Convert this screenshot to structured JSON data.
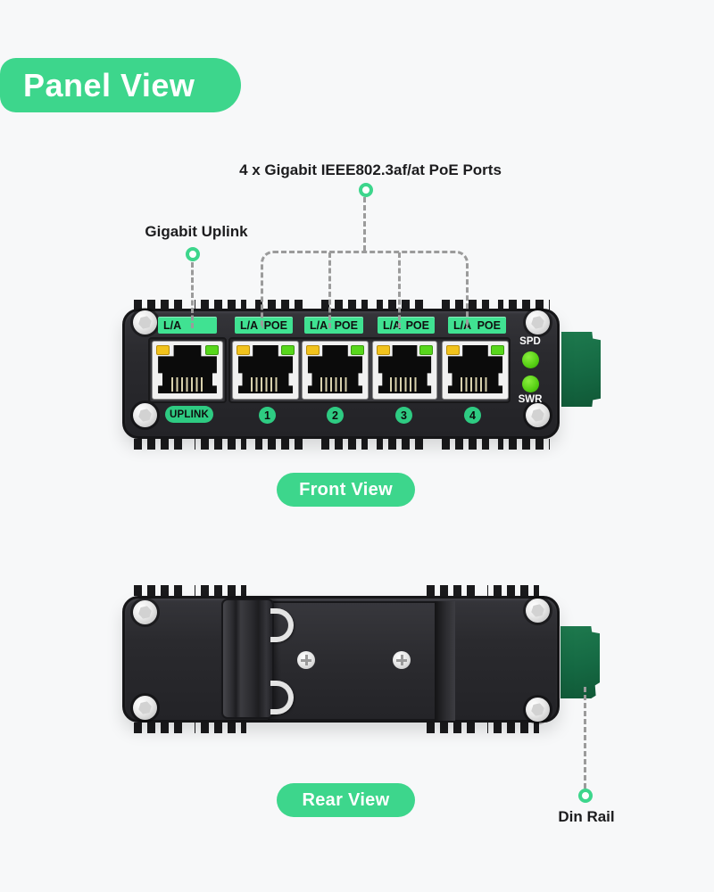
{
  "title_badge": "Panel View",
  "callouts": {
    "poe_ports": "4 x Gigabit IEEE802.3af/at PoE Ports",
    "uplink": "Gigabit Uplink",
    "din_rail": "Din Rail"
  },
  "front_view": {
    "caption": "Front View",
    "uplink": {
      "indicator_label": "L/A",
      "port_name": "UPLINK"
    },
    "ports": [
      {
        "la": "L/A",
        "poe": "POE",
        "num": "1"
      },
      {
        "la": "L/A",
        "poe": "POE",
        "num": "2"
      },
      {
        "la": "L/A",
        "poe": "POE",
        "num": "3"
      },
      {
        "la": "L/A",
        "poe": "POE",
        "num": "4"
      }
    ],
    "indicators": {
      "spd": "SPD",
      "swr": "SWR"
    }
  },
  "rear_view": {
    "caption": "Rear View"
  },
  "colors": {
    "accent_green": "#3dd68c",
    "label_green": "#40e292",
    "port_number_green": "#2ecb82",
    "led_yellow": "#f2c31c",
    "led_green": "#57d71c",
    "terminal_block_green": "#156943",
    "device_body": "#2a2a2e",
    "dash_gray": "#9b9b9b",
    "background": "#f7f8f9",
    "callout_text": "#1c1c1e"
  }
}
